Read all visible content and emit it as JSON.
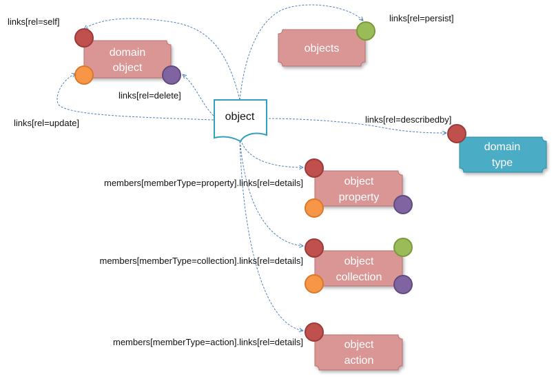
{
  "nodes": {
    "domain_object": [
      "domain",
      "object"
    ],
    "objects": [
      "objects"
    ],
    "object": [
      "object"
    ],
    "domain_type": [
      "domain",
      "type"
    ],
    "object_property": [
      "object",
      "property"
    ],
    "object_collection": [
      "object",
      "collection"
    ],
    "object_action": [
      "object",
      "action"
    ]
  },
  "labels": {
    "self": "links[rel=self]",
    "persist": "links[rel=persist]",
    "delete": "links[rel=delete]",
    "update": "links[rel=update]",
    "describedby": "links[rel=describedby]",
    "property_details": "members[memberType=property].links[rel=details]",
    "collection_details": "members[memberType=collection].links[rel=details]",
    "action_details": "members[memberType=action].links[rel=details]"
  },
  "colors": {
    "node_fill": "#d99694",
    "node_stroke": "#b77271",
    "type_fill": "#4bacc6",
    "type_stroke": "#2e8ba6",
    "link_line": "#4f81bd",
    "dot_red": "#c0504d",
    "dot_orange": "#f79646",
    "dot_purple": "#8064a2",
    "dot_green": "#9bbb59"
  }
}
